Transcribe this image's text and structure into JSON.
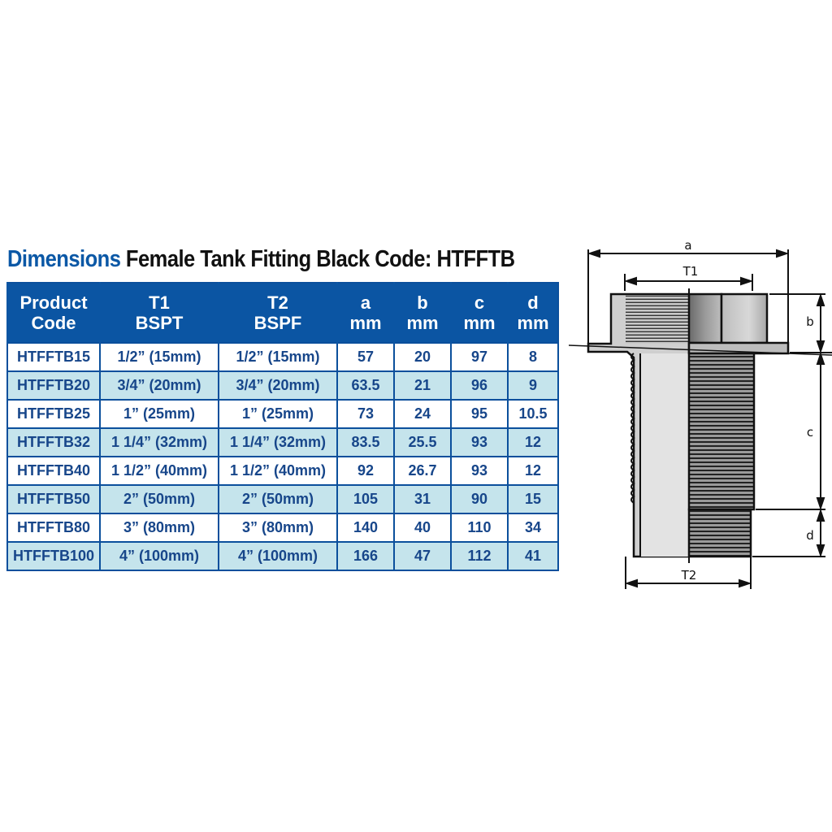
{
  "title": {
    "accent": "Dimensions",
    "rest": " Female Tank Fitting Black Code: HTFFTB"
  },
  "colors": {
    "header_bg": "#0b55a3",
    "accent_text": "#0b58a6",
    "cell_text": "#17468a",
    "alt_row_bg": "#c5e4ec",
    "border": "#0b4f9c"
  },
  "table": {
    "headers": [
      {
        "line1": "Product",
        "line2": "Code"
      },
      {
        "line1": "T1",
        "line2": "BSPT"
      },
      {
        "line1": "T2",
        "line2": "BSPF"
      },
      {
        "line1": "a",
        "line2": "mm"
      },
      {
        "line1": "b",
        "line2": "mm"
      },
      {
        "line1": "c",
        "line2": "mm"
      },
      {
        "line1": "d",
        "line2": "mm"
      }
    ],
    "rows": [
      [
        "HTFFTB15",
        "1/2” (15mm)",
        "1/2” (15mm)",
        "57",
        "20",
        "97",
        "8"
      ],
      [
        "HTFFTB20",
        "3/4” (20mm)",
        "3/4” (20mm)",
        "63.5",
        "21",
        "96",
        "9"
      ],
      [
        "HTFFTB25",
        "1” (25mm)",
        "1” (25mm)",
        "73",
        "24",
        "95",
        "10.5"
      ],
      [
        "HTFFTB32",
        "1 1/4” (32mm)",
        "1 1/4” (32mm)",
        "83.5",
        "25.5",
        "93",
        "12"
      ],
      [
        "HTFFTB40",
        "1 1/2” (40mm)",
        "1 1/2” (40mm)",
        "92",
        "26.7",
        "93",
        "12"
      ],
      [
        "HTFFTB50",
        "2” (50mm)",
        "2” (50mm)",
        "105",
        "31",
        "90",
        "15"
      ],
      [
        "HTFFTB80",
        "3” (80mm)",
        "3” (80mm)",
        "140",
        "40",
        "110",
        "34"
      ],
      [
        "HTFFTB100",
        "4” (100mm)",
        "4” (100mm)",
        "166",
        "47",
        "112",
        "41"
      ]
    ]
  },
  "diagram": {
    "labels": {
      "a": "a",
      "t1": "T1",
      "b": "b",
      "c": "c",
      "d": "d",
      "t2": "T2"
    }
  }
}
